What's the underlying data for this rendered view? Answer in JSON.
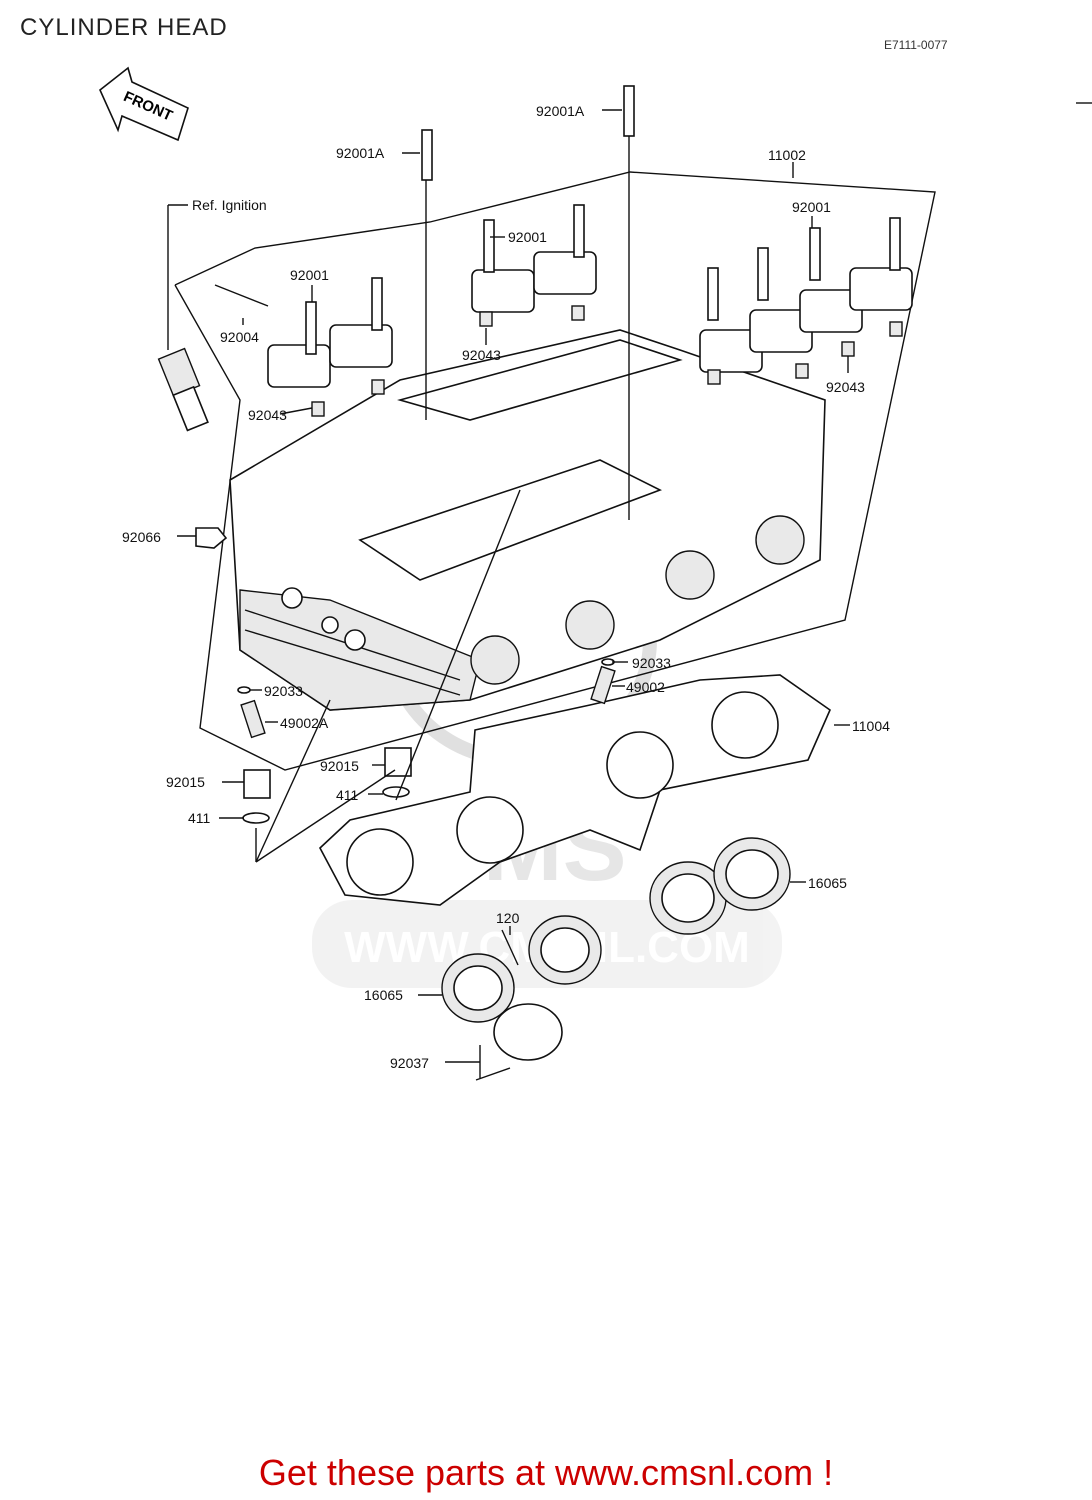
{
  "title": "CYLINDER HEAD",
  "diagram_code": "E7111-0077",
  "front_label": "FRONT",
  "ref_label": "Ref.  Ignition",
  "parts": {
    "p92001A_a": "92001A",
    "p92001A_b": "92001A",
    "p11002": "11002",
    "p92001_a": "92001",
    "p92001_b": "92001",
    "p92001_c": "92001",
    "p92004": "92004",
    "p92043_a": "92043",
    "p92043_b": "92043",
    "p92043_c": "92043",
    "p92066": "92066",
    "p92033_a": "92033",
    "p49002": "49002",
    "p92033_b": "92033",
    "p49002A": "49002A",
    "p11004": "11004",
    "p92015_a": "92015",
    "p92015_b": "92015",
    "p411_a": "411",
    "p411_b": "411",
    "p16065_a": "16065",
    "p120": "120",
    "p16065_b": "16065",
    "p92037": "92037"
  },
  "watermark": {
    "brand": "CMS",
    "url": "WWW.CMSNL.COM"
  },
  "footer": "Get these parts at www.cmsnl.com !"
}
